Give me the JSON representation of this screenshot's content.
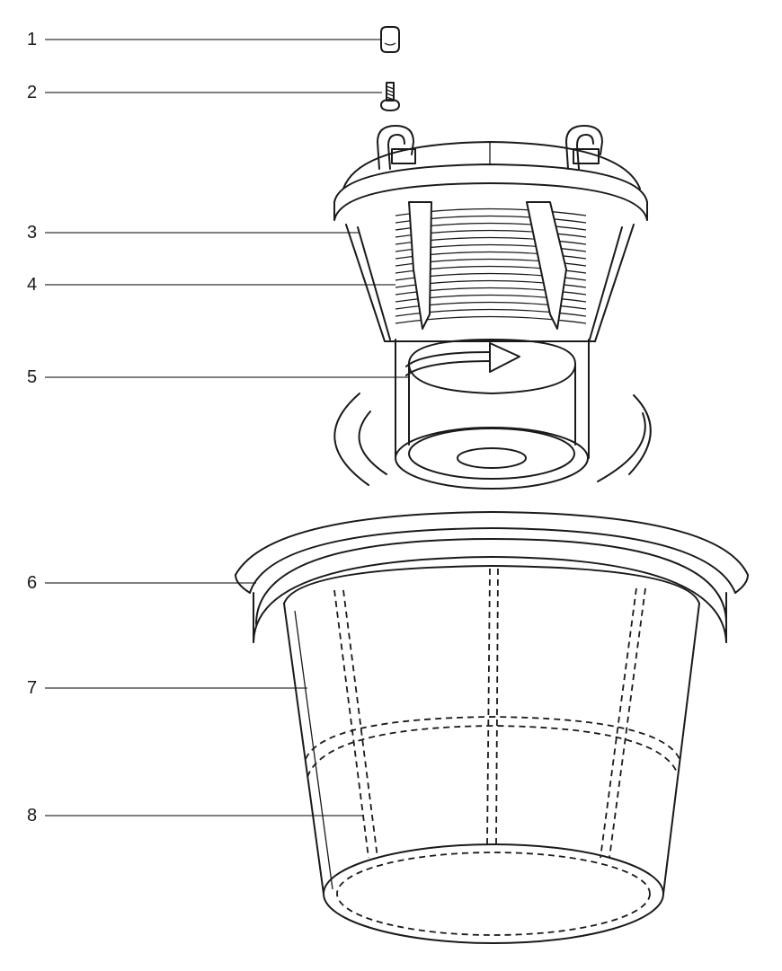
{
  "callouts": [
    {
      "number": "1"
    },
    {
      "number": "2"
    },
    {
      "number": "3"
    },
    {
      "number": "4"
    },
    {
      "number": "5"
    },
    {
      "number": "6"
    },
    {
      "number": "7"
    },
    {
      "number": "8"
    }
  ],
  "colors": {
    "ink": "#1a1a1a",
    "background": "#ffffff"
  }
}
